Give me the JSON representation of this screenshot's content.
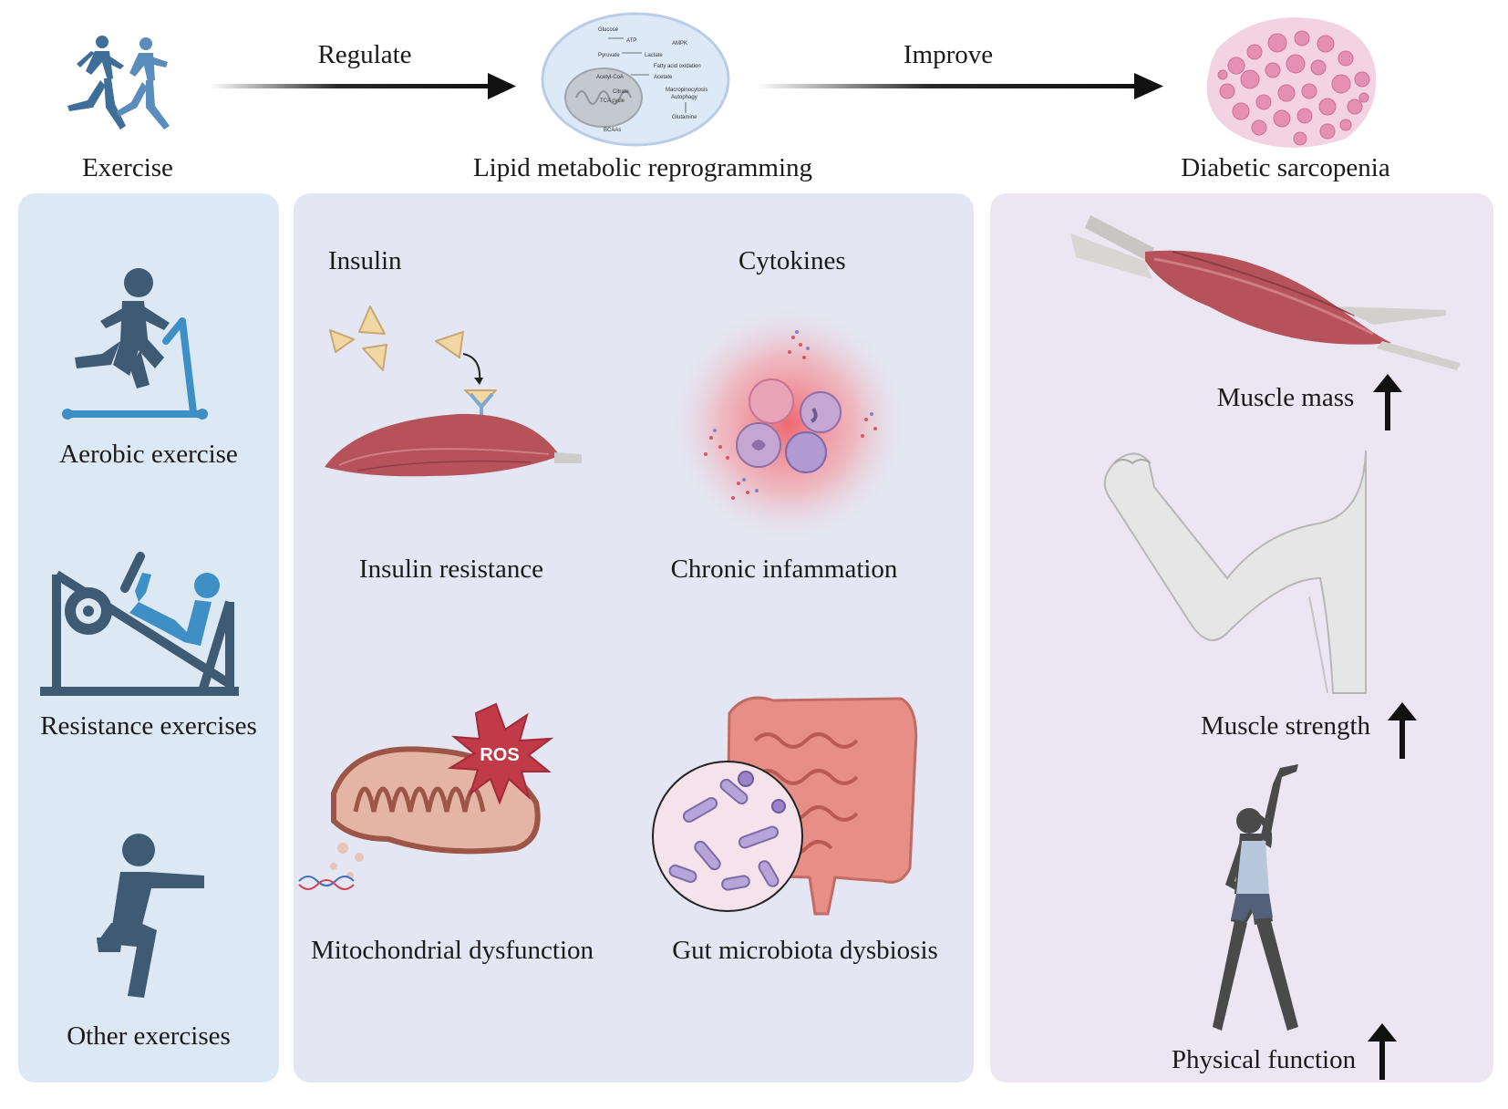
{
  "top": {
    "exercise": "Exercise",
    "regulate": "Regulate",
    "lipid": "Lipid metabolic reprogramming",
    "improve": "Improve",
    "sarcopenia": "Diabetic sarcopenia"
  },
  "lipid_diagram": {
    "glucose": "Glucose",
    "atp": "ATP",
    "ampk": "AMPK",
    "pyruvate": "Pyruvate",
    "lactate": "Lactate",
    "fao": "Fatty acid oxidation",
    "acetate": "Acetate",
    "acetyl_coa": "Acetyl-CoA",
    "macropinocytosis": "Macropinocytosis",
    "autophagy": "Autophagy",
    "tca": "TCA cycle",
    "citrate": "Citrate",
    "glutamine": "Glutamine",
    "bcaa": "BCAAs"
  },
  "left_panel": {
    "aerobic": "Aerobic exercise",
    "resistance": "Resistance exercises",
    "other": "Other exercises"
  },
  "middle_panel": {
    "insulin": "Insulin",
    "cytokines": "Cytokines",
    "insulin_resistance": "Insulin resistance",
    "chronic_inflammation": "Chronic infammation",
    "ros": "ROS",
    "mito_dysfunction": "Mitochondrial dysfunction",
    "gut_dysbiosis": "Gut microbiota dysbiosis"
  },
  "right_panel": {
    "muscle_mass": "Muscle mass",
    "muscle_strength": "Muscle strength",
    "physical_function": "Physical function"
  },
  "colors": {
    "left_panel_bg": "#dde8f5",
    "middle_panel_bg": "#e4e7f3",
    "right_panel_bg": "#ebe6f1",
    "icon_dark": "#3f5b74",
    "icon_blue": "#3f8fc7",
    "muscle_red": "#b5525a",
    "arrow": "#111111"
  }
}
